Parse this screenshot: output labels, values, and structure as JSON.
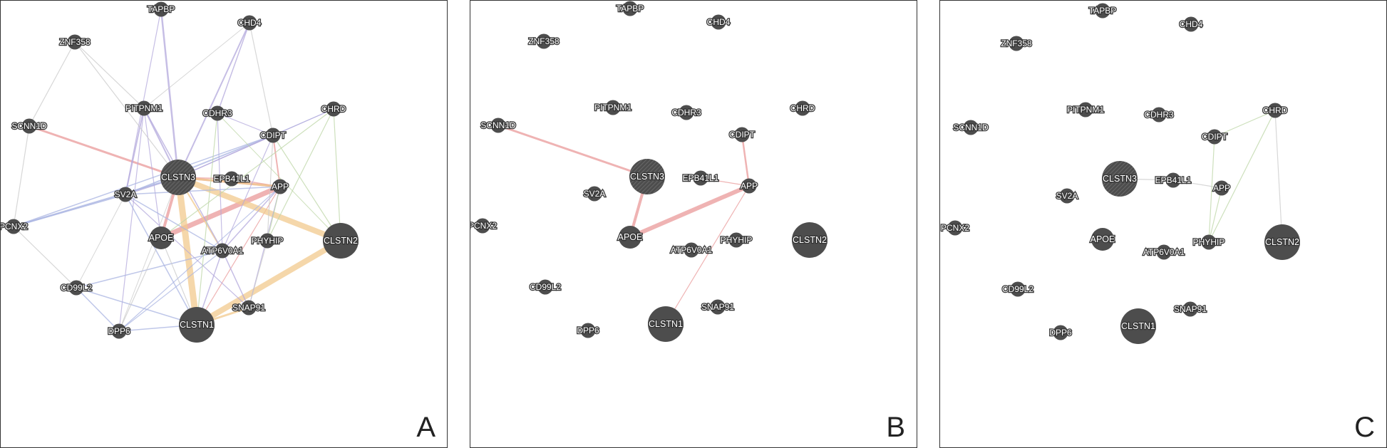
{
  "colors": {
    "node_fill": "#4d4d4d",
    "hub_hatch": "#6e6e6e",
    "edge_purple": "#b3a8dc",
    "edge_blue": "#a9b4e2",
    "edge_pink": "#ea9a9a",
    "edge_orange": "#f2c98d",
    "edge_green": "#bcd5a6",
    "edge_gray": "#c9c9c9",
    "border": "#333333"
  },
  "nodes": [
    {
      "id": "TAPBP",
      "label": "TAPBP",
      "size": "small"
    },
    {
      "id": "CHD4",
      "label": "CHD4",
      "size": "small"
    },
    {
      "id": "ZNF358",
      "label": "ZNF358",
      "size": "small"
    },
    {
      "id": "PITPNM1",
      "label": "PITPNM1",
      "size": "small"
    },
    {
      "id": "CDHR3",
      "label": "CDHR3",
      "size": "small"
    },
    {
      "id": "CHRD",
      "label": "CHRD",
      "size": "small"
    },
    {
      "id": "SCNN1D",
      "label": "SCNN1D",
      "size": "small"
    },
    {
      "id": "CDIPT",
      "label": "CDIPT",
      "size": "small"
    },
    {
      "id": "CLSTN3",
      "label": "CLSTN3",
      "size": "hub"
    },
    {
      "id": "EPB41L1",
      "label": "EPB41L1",
      "size": "small"
    },
    {
      "id": "APP",
      "label": "APP",
      "size": "small"
    },
    {
      "id": "SV2A",
      "label": "SV2A",
      "size": "small"
    },
    {
      "id": "PCNX2",
      "label": "PCNX2",
      "size": "small"
    },
    {
      "id": "APOE",
      "label": "APOE",
      "size": "medium"
    },
    {
      "id": "PHYHIP",
      "label": "PHYHIP",
      "size": "small"
    },
    {
      "id": "CLSTN2",
      "label": "CLSTN2",
      "size": "large"
    },
    {
      "id": "ATP6V0A1",
      "label": "ATP6V0A1",
      "size": "small"
    },
    {
      "id": "CD99L2",
      "label": "CD99L2",
      "size": "small"
    },
    {
      "id": "SNAP91",
      "label": "SNAP91",
      "size": "small"
    },
    {
      "id": "DPP6",
      "label": "DPP6",
      "size": "small"
    },
    {
      "id": "CLSTN1",
      "label": "CLSTN1",
      "size": "large"
    }
  ],
  "panels": [
    {
      "letter": "A",
      "edges": [
        [
          "CLSTN3",
          "APOE",
          "edge_pink",
          4
        ],
        [
          "CLSTN3",
          "APP",
          "edge_pink",
          3
        ],
        [
          "APOE",
          "APP",
          "edge_pink",
          7
        ],
        [
          "SCNN1D",
          "CLSTN3",
          "edge_pink",
          3
        ],
        [
          "CDIPT",
          "APP",
          "edge_pink",
          2
        ],
        [
          "CLSTN1",
          "APP",
          "edge_pink",
          1.2
        ],
        [
          "CLSTN3",
          "EPB41L1",
          "edge_pink",
          1.5
        ],
        [
          "EPB41L1",
          "APP",
          "edge_pink",
          1.5
        ],
        [
          "CLSTN3",
          "CLSTN1",
          "edge_orange",
          9
        ],
        [
          "CLSTN3",
          "CLSTN2",
          "edge_orange",
          8
        ],
        [
          "CLSTN1",
          "CLSTN2",
          "edge_orange",
          8
        ],
        [
          "CLSTN3",
          "APP",
          "edge_orange",
          3
        ],
        [
          "CLSTN1",
          "SNAP91",
          "edge_orange",
          3
        ],
        [
          "CLSTN3",
          "ATP6V0A1",
          "edge_orange",
          2
        ],
        [
          "TAPBP",
          "CLSTN3",
          "edge_purple",
          2.5
        ],
        [
          "CHD4",
          "CLSTN3",
          "edge_purple",
          2
        ],
        [
          "CHD4",
          "CDHR3",
          "edge_purple",
          1.5
        ],
        [
          "PITPNM1",
          "CLSTN3",
          "edge_purple",
          2
        ],
        [
          "PITPNM1",
          "SV2A",
          "edge_purple",
          2
        ],
        [
          "PITPNM1",
          "ATP6V0A1",
          "edge_purple",
          1.5
        ],
        [
          "PITPNM1",
          "DPP6",
          "edge_purple",
          1.2
        ],
        [
          "PITPNM1",
          "APOE",
          "edge_purple",
          1.2
        ],
        [
          "CDHR3",
          "ATP6V0A1",
          "edge_purple",
          1.2
        ],
        [
          "SV2A",
          "CLSTN3",
          "edge_purple",
          2
        ],
        [
          "SV2A",
          "CDIPT",
          "edge_blue",
          2
        ],
        [
          "SV2A",
          "APP",
          "edge_blue",
          1.5
        ],
        [
          "SV2A",
          "ATP6V0A1",
          "edge_blue",
          1.5
        ],
        [
          "SV2A",
          "CLSTN1",
          "edge_blue",
          1.5
        ],
        [
          "SV2A",
          "PCNX2",
          "edge_blue",
          2
        ],
        [
          "PCNX2",
          "CLSTN3",
          "edge_blue",
          2
        ],
        [
          "PCNX2",
          "CDIPT",
          "edge_blue",
          1.5
        ],
        [
          "CD99L2",
          "ATP6V0A1",
          "edge_blue",
          1.5
        ],
        [
          "CD99L2",
          "CLSTN1",
          "edge_blue",
          1.5
        ],
        [
          "CD99L2",
          "DPP6",
          "edge_blue",
          1.5
        ],
        [
          "DPP6",
          "CLSTN1",
          "edge_blue",
          1.5
        ],
        [
          "DPP6",
          "APP",
          "edge_blue",
          1.2
        ],
        [
          "DPP6",
          "ATP6V0A1",
          "edge_blue",
          1.2
        ],
        [
          "ATP6V0A1",
          "APP",
          "edge_purple",
          1.5
        ],
        [
          "ATP6V0A1",
          "CLSTN1",
          "edge_purple",
          1.5
        ],
        [
          "ATP6V0A1",
          "SNAP91",
          "edge_purple",
          1.5
        ],
        [
          "ATP6V0A1",
          "CDIPT",
          "edge_purple",
          1.2
        ],
        [
          "SNAP91",
          "APP",
          "edge_purple",
          1.2
        ],
        [
          "SNAP91",
          "SV2A",
          "edge_purple",
          1.2
        ],
        [
          "CLSTN3",
          "CDIPT",
          "edge_purple",
          1.5
        ],
        [
          "CDHR3",
          "CDIPT",
          "edge_purple",
          1.2
        ],
        [
          "CDIPT",
          "CHRD",
          "edge_blue",
          1.2
        ],
        [
          "CLSTN3",
          "CHRD",
          "edge_purple",
          1.2
        ],
        [
          "TAPBP",
          "SV2A",
          "edge_purple",
          1.2
        ],
        [
          "ZNF358",
          "PITPNM1",
          "edge_gray",
          1.2
        ],
        [
          "ZNF358",
          "SCNN1D",
          "edge_gray",
          1.2
        ],
        [
          "ZNF358",
          "CLSTN3",
          "edge_gray",
          1.2
        ],
        [
          "SCNN1D",
          "PCNX2",
          "edge_gray",
          1.2
        ],
        [
          "PCNX2",
          "CD99L2",
          "edge_gray",
          1.2
        ],
        [
          "CHD4",
          "CDIPT",
          "edge_gray",
          1.2
        ],
        [
          "CHD4",
          "PITPNM1",
          "edge_gray",
          1
        ],
        [
          "CHRD",
          "CLSTN2",
          "edge_green",
          1.2
        ],
        [
          "CDIPT",
          "CLSTN2",
          "edge_green",
          1.2
        ],
        [
          "CHRD",
          "PHYHIP",
          "edge_green",
          1.2
        ],
        [
          "PHYHIP",
          "APP",
          "edge_green",
          1.2
        ],
        [
          "CDIPT",
          "PHYHIP",
          "edge_gray",
          1.2
        ],
        [
          "CHRD",
          "APOE",
          "edge_green",
          1.2
        ],
        [
          "CDHR3",
          "CLSTN1",
          "edge_green",
          1.2
        ],
        [
          "PHYHIP",
          "SNAP91",
          "edge_gray",
          1.2
        ],
        [
          "APOE",
          "DPP6",
          "edge_gray",
          1.2
        ],
        [
          "APOE",
          "CLSTN1",
          "edge_gray",
          1.2
        ],
        [
          "CDHR3",
          "CLSTN2",
          "edge_green",
          1
        ],
        [
          "SV2A",
          "CD99L2",
          "edge_gray",
          1
        ],
        [
          "CLSTN3",
          "DPP6",
          "edge_gray",
          1
        ]
      ]
    },
    {
      "letter": "B",
      "edges": [
        [
          "SCNN1D",
          "CLSTN3",
          "edge_pink",
          3
        ],
        [
          "CLSTN3",
          "APOE",
          "edge_pink",
          4
        ],
        [
          "APOE",
          "APP",
          "edge_pink",
          6
        ],
        [
          "CDIPT",
          "APP",
          "edge_pink",
          2.5
        ],
        [
          "CLSTN1",
          "APP",
          "edge_pink",
          1.2
        ],
        [
          "EPB41L1",
          "APP",
          "edge_pink",
          1.2
        ]
      ]
    },
    {
      "letter": "C",
      "edges": [
        [
          "CLSTN3",
          "EPB41L1",
          "edge_gray",
          1.2
        ],
        [
          "EPB41L1",
          "APP",
          "edge_gray",
          1.2
        ],
        [
          "CDIPT",
          "CHRD",
          "edge_green",
          1.2
        ],
        [
          "CDIPT",
          "PHYHIP",
          "edge_green",
          1.2
        ],
        [
          "CHRD",
          "PHYHIP",
          "edge_green",
          1.2
        ],
        [
          "CHRD",
          "CLSTN2",
          "edge_gray",
          1.2
        ],
        [
          "APP",
          "PHYHIP",
          "edge_green",
          1.2
        ]
      ]
    }
  ]
}
